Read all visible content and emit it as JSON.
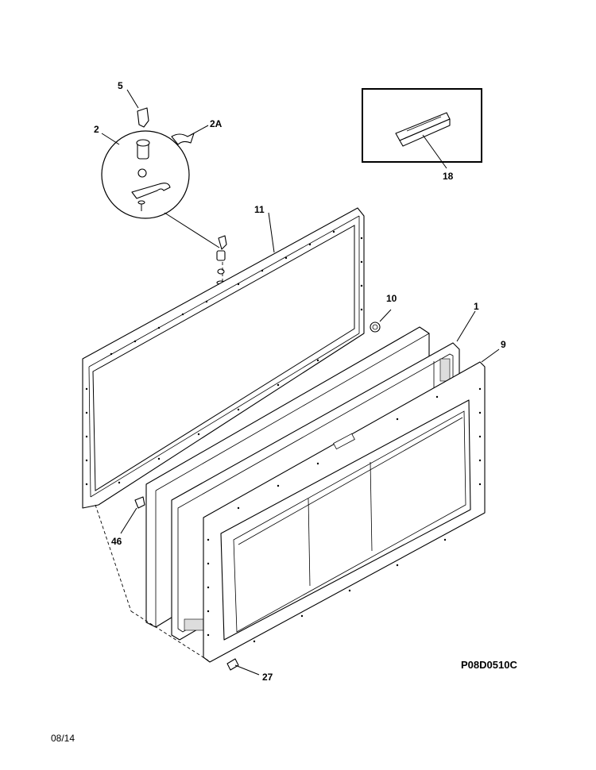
{
  "diagram": {
    "code": "P08D0510C",
    "date": "08/14",
    "callouts": {
      "c5": "5",
      "c2": "2",
      "c2a": "2A",
      "c11": "11",
      "c10": "10",
      "c1": "1",
      "c9": "9",
      "c46": "46",
      "c27": "27",
      "c18": "18"
    }
  }
}
